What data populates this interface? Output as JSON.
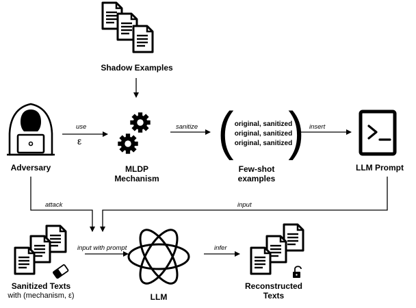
{
  "nodes": {
    "shadow": "Shadow Examples",
    "adversary": "Adversary",
    "mldp_line1": "MLDP",
    "mldp_line2": "Mechanism",
    "fewshot_line1": "Few-shot",
    "fewshot_line2": "examples",
    "prompt": "LLM Prompt",
    "sanitized_line1": "Sanitized Texts",
    "sanitized_line2": "with (mechanism, ε)",
    "llm": "LLM",
    "recon_line1": "Reconstructed",
    "recon_line2": "Texts"
  },
  "few_shot_rows": [
    "original, sanitized",
    "original, sanitized",
    "original, sanitized"
  ],
  "edges": {
    "use": "use",
    "epsilon": "ε",
    "sanitize": "sanitize",
    "insert": "insert",
    "attack": "attack",
    "input": "input",
    "input_with_prompt": "input with prompt",
    "infer": "infer"
  },
  "symbols": {
    "left_paren": "(",
    "right_paren": ")",
    "terminal_prompt": ">_"
  },
  "icons": {
    "documents": "documents-stack-icon",
    "hacker": "hooded-hacker-laptop-icon",
    "gears": "gears-icon",
    "terminal": "terminal-icon",
    "eraser": "eraser-icon",
    "atom": "atom-icon",
    "padlock": "unlocked-padlock-icon"
  }
}
